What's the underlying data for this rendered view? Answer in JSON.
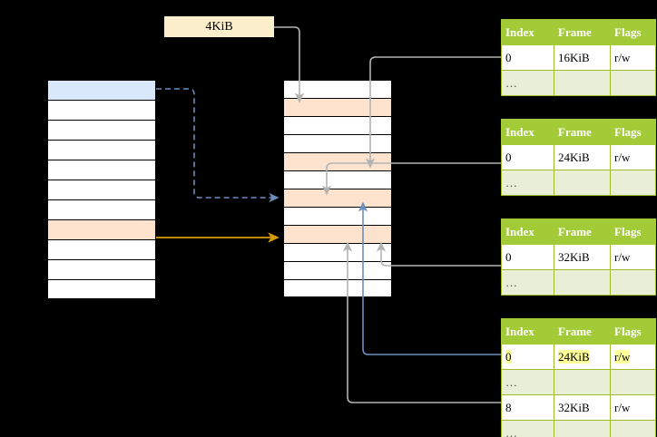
{
  "diagram": {
    "title": "page-table-walk",
    "background": "#000000",
    "size_label": {
      "text": "4KiB",
      "fill": "#fbeecb"
    },
    "colors": {
      "blue_cell": "#dae8fc",
      "orange_cell": "#fde3ce",
      "table_header": "#a3cb38",
      "table_alt_row": "#e9efd6",
      "highlight": "#ffff99",
      "blue_arrow": "#6c8ebf",
      "orange_arrow": "#d79b00",
      "gray_arrow": "#b3b3b3"
    }
  },
  "left_column": {
    "name": "left-memory-column",
    "cells": [
      {
        "id": "l0",
        "fill": "blue",
        "label": ""
      },
      {
        "id": "l1",
        "fill": "white",
        "label": ""
      },
      {
        "id": "l2",
        "fill": "white",
        "label": ""
      },
      {
        "id": "l3",
        "fill": "white",
        "label": ""
      },
      {
        "id": "l4",
        "fill": "white",
        "label": ""
      },
      {
        "id": "l5",
        "fill": "white",
        "label": ""
      },
      {
        "id": "l6",
        "fill": "white",
        "label": ""
      },
      {
        "id": "l7",
        "fill": "orange",
        "label": ""
      },
      {
        "id": "l8",
        "fill": "white",
        "label": ""
      },
      {
        "id": "l9",
        "fill": "white",
        "label": ""
      },
      {
        "id": "l10",
        "fill": "white",
        "label": ""
      }
    ]
  },
  "middle_column": {
    "name": "middle-memory-column",
    "cells": [
      {
        "id": "m0",
        "fill": "white",
        "label": ""
      },
      {
        "id": "m1",
        "fill": "orange",
        "label": ""
      },
      {
        "id": "m2",
        "fill": "white",
        "label": ""
      },
      {
        "id": "m3",
        "fill": "white",
        "label": ""
      },
      {
        "id": "m4",
        "fill": "orange",
        "label": ""
      },
      {
        "id": "m5",
        "fill": "white",
        "label": ""
      },
      {
        "id": "m6",
        "fill": "orange",
        "label": ""
      },
      {
        "id": "m7",
        "fill": "white",
        "label": ""
      },
      {
        "id": "m8",
        "fill": "orange",
        "label": ""
      },
      {
        "id": "m9",
        "fill": "white",
        "label": ""
      },
      {
        "id": "m10",
        "fill": "white",
        "label": ""
      },
      {
        "id": "m11",
        "fill": "white",
        "label": ""
      }
    ]
  },
  "tables": [
    {
      "name": "page-table-1",
      "headers": [
        "Index",
        "Frame",
        "Flags"
      ],
      "rows": [
        {
          "style": "plain",
          "cells": [
            "0",
            "16KiB",
            "r/w"
          ],
          "highlight": [
            false,
            false,
            false
          ]
        },
        {
          "style": "alt",
          "cells": [
            "…",
            "",
            ""
          ],
          "highlight": [
            false,
            false,
            false
          ]
        }
      ]
    },
    {
      "name": "page-table-2",
      "headers": [
        "Index",
        "Frame",
        "Flags"
      ],
      "rows": [
        {
          "style": "plain",
          "cells": [
            "0",
            "24KiB",
            "r/w"
          ],
          "highlight": [
            false,
            false,
            false
          ]
        },
        {
          "style": "alt",
          "cells": [
            "…",
            "",
            ""
          ],
          "highlight": [
            false,
            false,
            false
          ]
        }
      ]
    },
    {
      "name": "page-table-3",
      "headers": [
        "Index",
        "Frame",
        "Flags"
      ],
      "rows": [
        {
          "style": "plain",
          "cells": [
            "0",
            "32KiB",
            "r/w"
          ],
          "highlight": [
            false,
            false,
            false
          ]
        },
        {
          "style": "alt",
          "cells": [
            "…",
            "",
            ""
          ],
          "highlight": [
            false,
            false,
            false
          ]
        }
      ]
    },
    {
      "name": "page-table-4",
      "headers": [
        "Index",
        "Frame",
        "Flags"
      ],
      "rows": [
        {
          "style": "plain",
          "cells": [
            "0",
            "24KiB",
            "r/w"
          ],
          "highlight": [
            true,
            true,
            true
          ]
        },
        {
          "style": "alt",
          "cells": [
            "…",
            "",
            ""
          ],
          "highlight": [
            false,
            false,
            false
          ]
        },
        {
          "style": "plain",
          "cells": [
            "8",
            "32KiB",
            "r/w"
          ],
          "highlight": [
            false,
            false,
            false
          ]
        },
        {
          "style": "alt",
          "cells": [
            "…",
            "",
            ""
          ],
          "highlight": [
            false,
            false,
            false
          ]
        }
      ]
    }
  ],
  "connectors": [
    {
      "name": "size-label-to-middle-cell-1",
      "color": "#b3b3b3",
      "style": "solid"
    },
    {
      "name": "left-blue-cell-to-middle-cell-6",
      "color": "#6c8ebf",
      "style": "dashed"
    },
    {
      "name": "left-orange-cell-to-middle-cell-8",
      "color": "#d79b00",
      "style": "solid"
    },
    {
      "name": "middle-cell-4-to-table-1-row-0",
      "color": "#b3b3b3",
      "style": "solid"
    },
    {
      "name": "table-2-row-0-to-middle-cell-6",
      "color": "#b3b3b3",
      "style": "solid"
    },
    {
      "name": "table-3-row-0-to-middle-cell-8",
      "color": "#b3b3b3",
      "style": "solid"
    },
    {
      "name": "middle-cell-6-to-table-4-row-0",
      "color": "#6c8ebf",
      "style": "solid"
    },
    {
      "name": "middle-cell-8-to-table-4-row-8",
      "color": "#b3b3b3",
      "style": "solid"
    }
  ]
}
